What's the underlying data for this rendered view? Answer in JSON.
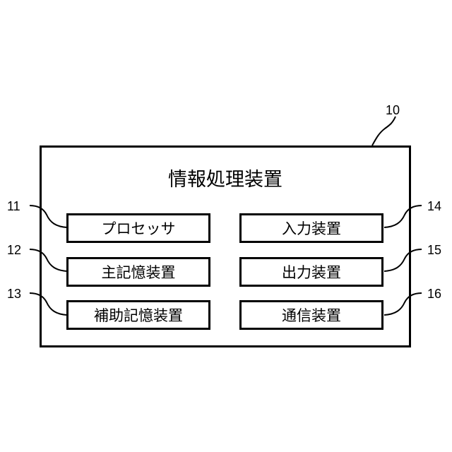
{
  "device": {
    "title": "情報処理装置",
    "ref": "10"
  },
  "components": [
    {
      "label": "プロセッサ",
      "ref": "11"
    },
    {
      "label": "主記憶装置",
      "ref": "12"
    },
    {
      "label": "補助記憶装置",
      "ref": "13"
    },
    {
      "label": "入力装置",
      "ref": "14"
    },
    {
      "label": "出力装置",
      "ref": "15"
    },
    {
      "label": "通信装置",
      "ref": "16"
    }
  ]
}
